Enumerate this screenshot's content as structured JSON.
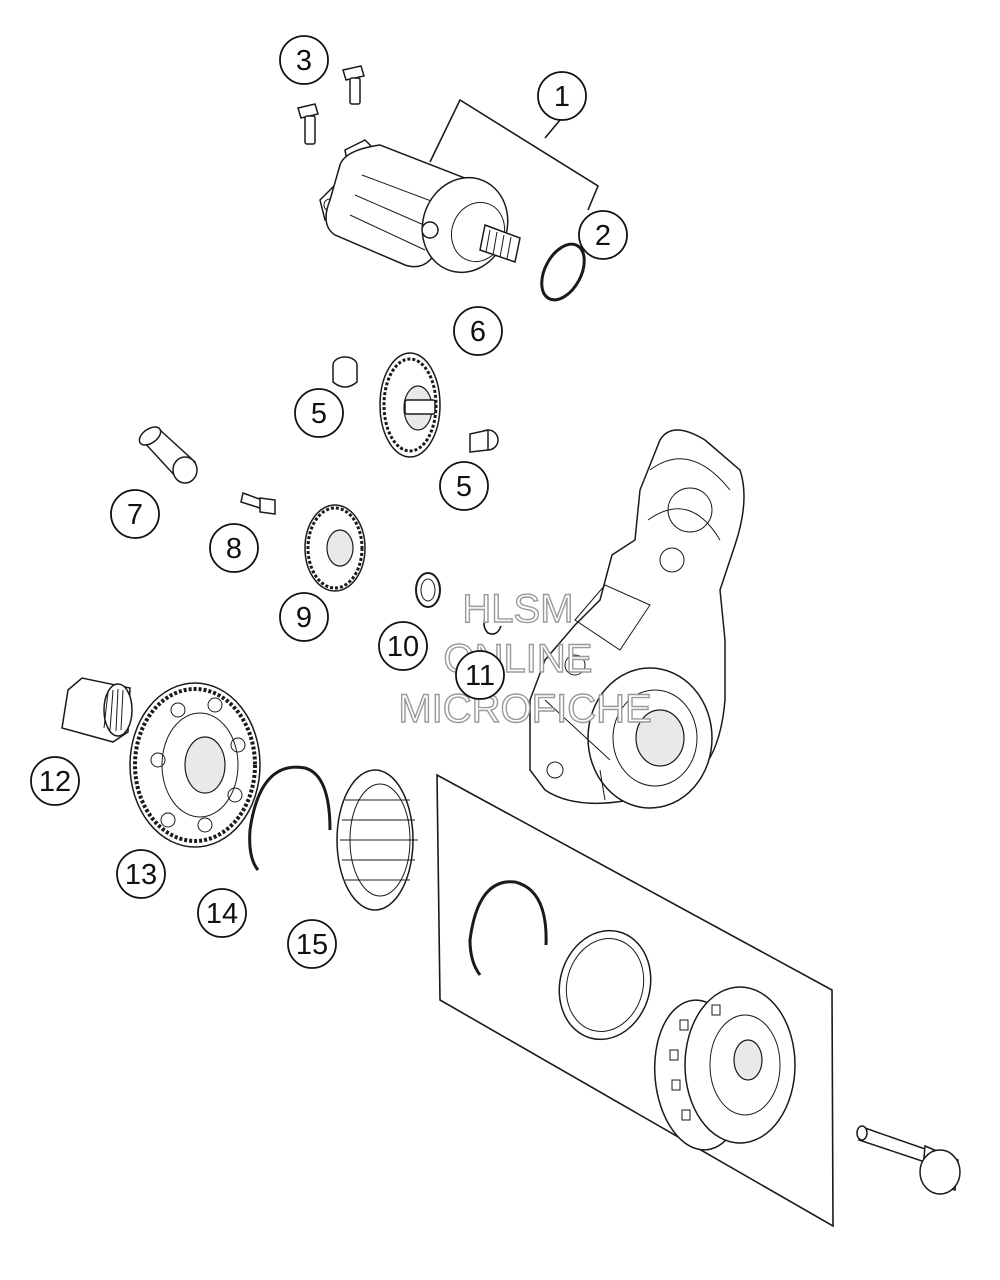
{
  "callouts": [
    {
      "id": "c1",
      "label": "1"
    },
    {
      "id": "c2",
      "label": "2"
    },
    {
      "id": "c3",
      "label": "3"
    },
    {
      "id": "c5a",
      "label": "5"
    },
    {
      "id": "c5b",
      "label": "5"
    },
    {
      "id": "c6",
      "label": "6"
    },
    {
      "id": "c7",
      "label": "7"
    },
    {
      "id": "c8",
      "label": "8"
    },
    {
      "id": "c9",
      "label": "9"
    },
    {
      "id": "c10",
      "label": "10"
    },
    {
      "id": "c11",
      "label": "11"
    },
    {
      "id": "c12",
      "label": "12"
    },
    {
      "id": "c13",
      "label": "13"
    },
    {
      "id": "c14",
      "label": "14"
    },
    {
      "id": "c15",
      "label": "15"
    }
  ],
  "watermark": {
    "line1": "HLSM",
    "line2": "ONLINE",
    "line3": "MICROFICHE"
  }
}
